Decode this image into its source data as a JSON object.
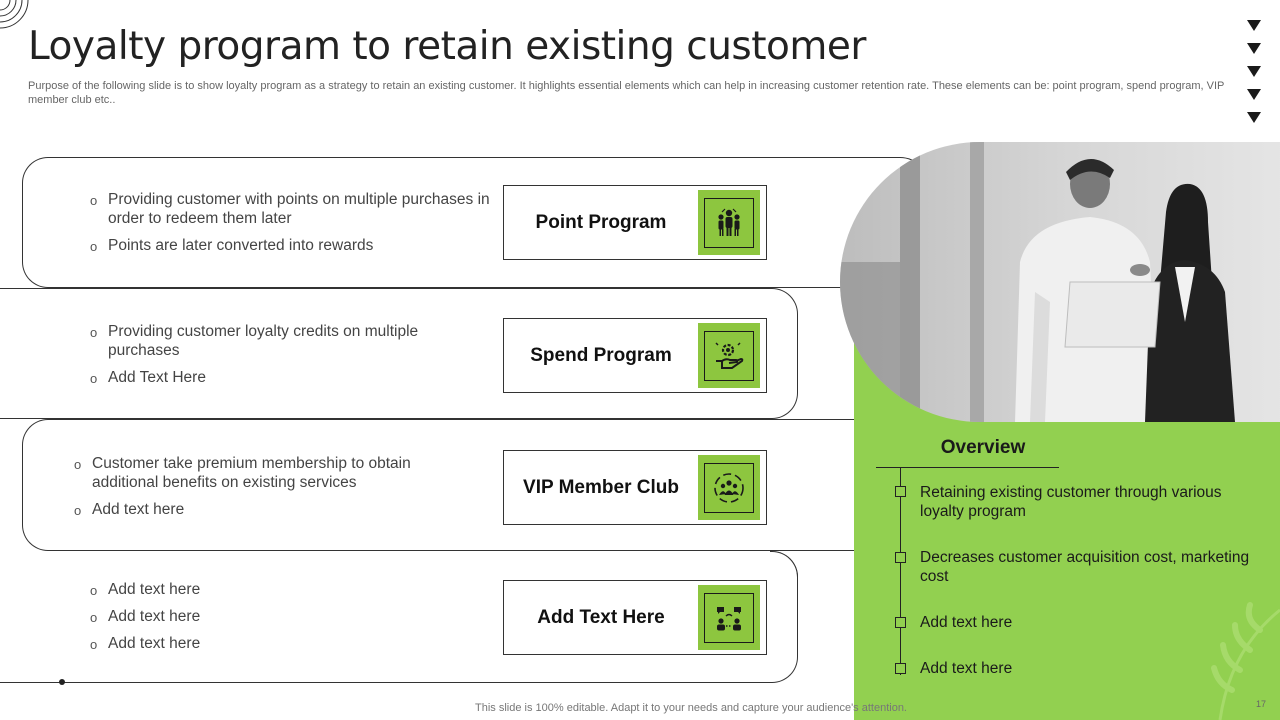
{
  "slide": {
    "title": "Loyalty program to retain existing customer",
    "subtitle": "Purpose of the following slide is to show loyalty program as a strategy to retain an existing customer. It highlights essential elements which can help in increasing customer retention rate. These elements can be: point program, spend program, VIP member club etc..",
    "footer_note": "This slide is 100% editable. Adapt it to your needs and capture your audience's attention.",
    "page_number": "17"
  },
  "programs": [
    {
      "label": "Point Program",
      "icon": "people-group-icon",
      "bullets": [
        "Providing customer with points on multiple purchases in order to redeem them later",
        "Points are later converted into rewards"
      ]
    },
    {
      "label": "Spend Program",
      "icon": "hand-gear-icon",
      "bullets": [
        "Providing customer loyalty  credits on multiple purchases",
        "Add Text Here"
      ]
    },
    {
      "label": "VIP Member Club",
      "icon": "members-cycle-icon",
      "bullets": [
        "Customer take premium membership to obtain additional benefits on existing services",
        "Add text here"
      ]
    },
    {
      "label": "Add Text Here",
      "icon": "people-exchange-icon",
      "bullets": [
        "Add text here",
        "Add text here",
        "Add text here"
      ]
    }
  ],
  "overview": {
    "title": "Overview",
    "items": [
      "Retaining existing customer through various loyalty program",
      "Decreases customer acquisition cost, marketing cost",
      "Add text here",
      "Add text here"
    ]
  },
  "colors": {
    "accent_green": "#92d050",
    "icon_green": "#8dc63f",
    "text_dark": "#222222"
  }
}
